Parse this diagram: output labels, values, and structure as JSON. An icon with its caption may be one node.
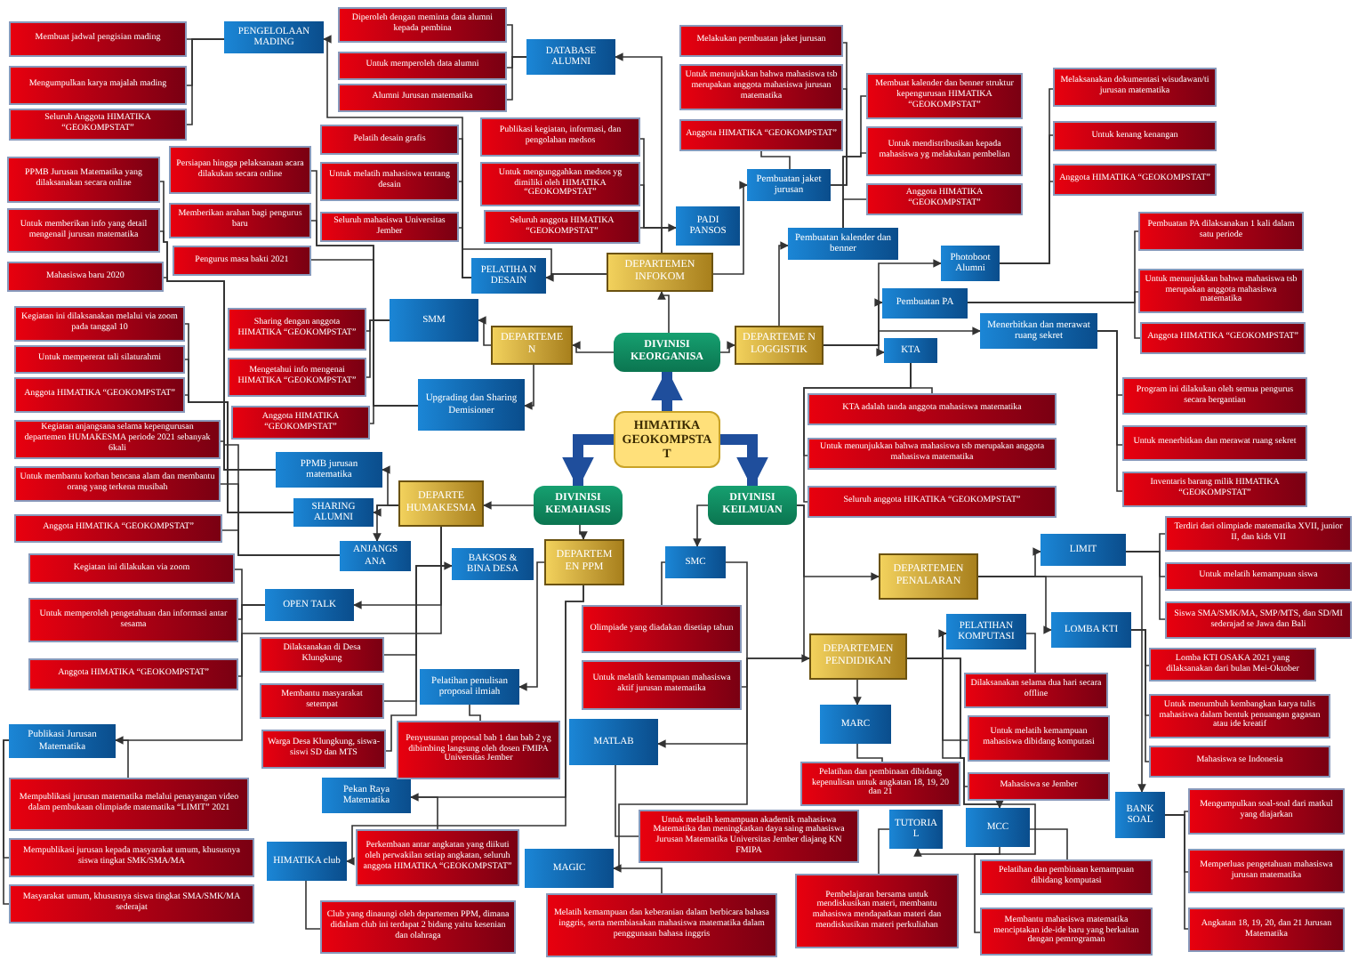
{
  "diagram": {
    "nodes": [
      {
        "text": [
          "HIMATIKA GEOKOMPSTA T"
        ]
      },
      {
        "text": [
          "DIVINISI KEORGANISA"
        ]
      },
      {
        "text": [
          "DIVINISI KEMAHASIS"
        ]
      },
      {
        "text": [
          "DIVINISI KEILMUAN"
        ]
      },
      {
        "text": [
          "DEPARTEMEN INFOKOM"
        ]
      },
      {
        "text": [
          "DEPARTEME N"
        ]
      },
      {
        "text": [
          "DEPARTEME N LOGGISTIK"
        ]
      },
      {
        "text": [
          "DEPARTE HUMAKESMA"
        ]
      },
      {
        "text": [
          "DEPARTEM EN PPM"
        ]
      },
      {
        "text": [
          "DEPARTEMEN PENDIDIKAN"
        ]
      },
      {
        "text": [
          "DEPARTEMEN PENALARAN"
        ]
      },
      {
        "text": [
          "PENGELOLAAN MADING"
        ]
      },
      {
        "text": [
          "DATABASE ALUMNI"
        ]
      },
      {
        "text": [
          "PELATIHA N DESAIN"
        ]
      },
      {
        "text": [
          "PADI PANSOS"
        ]
      },
      {
        "text": [
          "Pembuatan jaket jurusan"
        ]
      },
      {
        "text": [
          "SMM"
        ]
      },
      {
        "text": [
          "Upgrading dan Sharing Demisioner"
        ]
      },
      {
        "text": [
          "Pembuatan kalender dan benner"
        ]
      },
      {
        "text": [
          "Photoboot Alumni"
        ]
      },
      {
        "text": [
          "Pembuatan PA"
        ]
      },
      {
        "text": [
          "Menerbitkan dan merawat ruang sekret"
        ]
      },
      {
        "text": [
          "KTA"
        ]
      },
      {
        "text": [
          "PPMB jurusan matematika"
        ]
      },
      {
        "text": [
          "SHARING ALUMNI"
        ]
      },
      {
        "text": [
          "ANJANGS ANA"
        ]
      },
      {
        "text": [
          "BAKSOS & BINA DESA"
        ]
      },
      {
        "text": [
          "OPEN TALK"
        ]
      },
      {
        "text": [
          "Publikasi Jurusan Matematika"
        ]
      },
      {
        "text": [
          "Pelatihan penulisan proposal ilmiah"
        ]
      },
      {
        "text": [
          "Pekan Raya Matematika"
        ]
      },
      {
        "text": [
          "HIMATIKA club"
        ]
      },
      {
        "text": [
          "SMC"
        ]
      },
      {
        "text": [
          "MATLAB"
        ]
      },
      {
        "text": [
          "MAGIC"
        ]
      },
      {
        "text": [
          "MARC"
        ]
      },
      {
        "text": [
          "TUTORIA L"
        ]
      },
      {
        "text": [
          "PELATIHAN KOMPUTASI"
        ]
      },
      {
        "text": [
          "MCC"
        ]
      },
      {
        "text": [
          "LIMIT"
        ]
      },
      {
        "text": [
          "LOMBA KTI"
        ]
      },
      {
        "text": [
          "BANK SOAL"
        ]
      },
      {
        "text": [
          "Membuat jadwal pengisian mading"
        ]
      },
      {
        "text": [
          "Mengumpulkan karya majalah mading"
        ]
      },
      {
        "text": [
          "Seluruh Anggota HIMATIKA “GEOKOMPSTAT”"
        ]
      },
      {
        "text": [
          "Diperoleh dengan meminta data alumni kepada pembina"
        ]
      },
      {
        "text": [
          "Untuk memperoleh data alumni"
        ]
      },
      {
        "text": [
          "Alumni Jurusan matematika"
        ]
      },
      {
        "text": [
          "Pelatih desain grafis"
        ]
      },
      {
        "text": [
          "Untuk melatih mahasiswa tentang desain"
        ]
      },
      {
        "text": [
          "Seluruh mahasiswa Universitas Jember"
        ]
      },
      {
        "text": [
          "Publikasi kegiatan, informasi, dan pengolahan medsos"
        ]
      },
      {
        "text": [
          "Untuk mengunggahkan medsos yg dimiliki oleh HIMATIKA “GEOKOMPSTAT”"
        ]
      },
      {
        "text": [
          "Seluruh anggota HIMATIKA “GEOKOMPSTAT”"
        ]
      },
      {
        "text": [
          "Melakukan pembuatan jaket jurusan"
        ]
      },
      {
        "text": [
          "Untuk menunjukkan bahwa mahasiswa tsb merupakan anggota mahasiswa jurusan matematika"
        ]
      },
      {
        "text": [
          "Anggota HIMATIKA “GEOKOMPSTAT”"
        ]
      },
      {
        "text": [
          "Membuat kalender dan benner struktur kepengurusan HIMATIKA “GEOKOMPSTAT”"
        ]
      },
      {
        "text": [
          "Untuk mendistribusikan kepada mahasiswa yg melakukan pembelian"
        ]
      },
      {
        "text": [
          "Anggota HIMATIKA “GEOKOMPSTAT”"
        ]
      },
      {
        "text": [
          "Melaksanakan dokumentasi wisudawan/ti jurusan matematika"
        ]
      },
      {
        "text": [
          "Untuk kenang kenangan"
        ]
      },
      {
        "text": [
          "Anggota HIMATIKA “GEOKOMPSTAT”"
        ]
      },
      {
        "text": [
          "Pembuatan PA dilaksanakan 1 kali dalam satu periode"
        ]
      },
      {
        "text": [
          "Untuk menunjukkan bahwa mahasiswa tsb merupakan anggota mahasiswa matematika"
        ]
      },
      {
        "text": [
          "Anggota HIMATIKA “GEOKOMPSTAT”"
        ]
      },
      {
        "text": [
          "Program ini dilakukan oleh semua pengurus secara bergantian"
        ]
      },
      {
        "text": [
          "Untuk menerbitkan dan merawat ruang sekret"
        ]
      },
      {
        "text": [
          "Inventaris barang milik HIMATIKA “GEOKOMPSTAT”"
        ]
      },
      {
        "text": [
          "KTA adalah tanda anggota mahasiswa matematika"
        ]
      },
      {
        "text": [
          "Untuk menunjukkan bahwa mahasiswa tsb merupakan anggota mahasiswa matematika"
        ]
      },
      {
        "text": [
          "Seluruh anggota HIKATIKA “GEOKOMPSTAT”"
        ]
      },
      {
        "text": [
          "Sharing dengan anggota HIMATIKA “GEOKOMPSTAT”"
        ]
      },
      {
        "text": [
          "Mengetahui info mengenai HIMATIKA “GEOKOMPSTAT”"
        ]
      },
      {
        "text": [
          "Anggota HIMATIKA “GEOKOMPSTAT”"
        ]
      },
      {
        "text": [
          "Persiapan hingga pelaksanaan acara dilakukan secara online"
        ]
      },
      {
        "text": [
          "Memberikan arahan bagi pengurus baru"
        ]
      },
      {
        "text": [
          "Pengurus masa bakti 2021"
        ]
      },
      {
        "text": [
          "PPMB Jurusan Matematika yang dilaksanakan secara online"
        ]
      },
      {
        "text": [
          "Untuk memberikan info yang detail mengenail jurusan matematika"
        ]
      },
      {
        "text": [
          "Mahasiswa baru 2020"
        ]
      },
      {
        "text": [
          "Kegiatan ini dilaksanakan melalui via zoom pada tanggal 10"
        ]
      },
      {
        "text": [
          "Untuk mempererat tali silaturahmi"
        ]
      },
      {
        "text": [
          "Anggota HIMATIKA “GEOKOMPSTAT”"
        ]
      },
      {
        "text": [
          "Kegiatan anjangsana selama kepengurusan departemen HUMAKESMA periode 2021 sebanyak 6kali"
        ]
      },
      {
        "text": [
          "Untuk membantu korban bencana alam dan membantu orang yang terkena musibah"
        ]
      },
      {
        "text": [
          "Anggota HIMATIKA “GEOKOMPSTAT”"
        ]
      },
      {
        "text": [
          "Kegiatan ini dilakukan via zoom"
        ]
      },
      {
        "text": [
          "Untuk memperoleh pengetahuan dan informasi antar sesama"
        ]
      },
      {
        "text": [
          "Anggota HIMATIKA “GEOKOMPSTAT”"
        ]
      },
      {
        "text": [
          "Dilaksanakan di Desa Klungkung"
        ]
      },
      {
        "text": [
          "Membantu masyarakat setempat"
        ]
      },
      {
        "text": [
          "Warga Desa Klungkung, siswa-siswi SD dan MTS"
        ]
      },
      {
        "text": [
          "Mempublikasi jurusan matematika melalui penayangan video dalam pembukaan olimpiade matematika “LIMIT” 2021"
        ]
      },
      {
        "text": [
          "Mempublikasi jurusan kepada masyarakat umum, khususnya siswa tingkat SMK/SMA/MA"
        ]
      },
      {
        "text": [
          "Masyarakat umum, khususnya siswa tingkat SMA/SMK/MA sederajat"
        ]
      },
      {
        "text": [
          "Penyusunan proposal bab 1 dan bab 2 yg dibimbing langsung oleh dosen FMIPA Universitas Jember"
        ]
      },
      {
        "text": [
          "Perkembaan antar angkatan yang diikuti oleh perwakilan setiap angkatan, seluruh anggota HIMATIKA “GEOKOMPSTAT”"
        ]
      },
      {
        "text": [
          "Club yang dinaungi oleh departemen PPM, dimana didalam club ini terdapat 2 bidang yaitu kesenian dan olahraga"
        ]
      },
      {
        "text": [
          "Olimpiade yang diadakan disetiap tahun"
        ]
      },
      {
        "text": [
          "Untuk melatih kemampuan mahasiswa aktif jurusan matematika"
        ]
      },
      {
        "text": [
          "Untuk melatih kemampuan akademik mahasiswa Matematika dan meningkatkan daya saing mahasiswa Jurusan Matematika Universitas Jember diajang KN FMIPA"
        ]
      },
      {
        "text": [
          "Melatih kemampuan dan keberanian dalam berbicara bahasa inggris, serta membiasakan mahasiswa matematika dalam penggunaan bahasa inggris"
        ]
      },
      {
        "text": [
          "Pelatihan dan pembinaan dibidang kepenulisan untuk angkatan 18, 19, 20 dan 21"
        ]
      },
      {
        "text": [
          "Pembelajaran bersama untuk mendiskusikan materi, membantu mahasiswa mendapatkan materi dan mendiskusikan materi perkuliahan"
        ]
      },
      {
        "text": [
          "Dilaksanakan selama dua hari secara offline"
        ]
      },
      {
        "text": [
          "Untuk melatih kemampuan mahasiswa dibidang komputasi"
        ]
      },
      {
        "text": [
          "Mahasiswa se Jember"
        ]
      },
      {
        "text": [
          "Pelatihan dan pembinaan kemampuan dibidang komputasi"
        ]
      },
      {
        "text": [
          "Membantu mahasiswa matematika menciptakan ide-ide baru yang berkaitan dengan pemrograman"
        ]
      },
      {
        "text": [
          "Terdiri dari olimpiade matematika XVII, junior II, dan kids VII"
        ]
      },
      {
        "text": [
          "Untuk melatih kemampuan siswa"
        ]
      },
      {
        "text": [
          "Siswa SMA/SMK/MA, SMP/MTS, dan SD/MI sederajad se Jawa dan Bali"
        ]
      },
      {
        "text": [
          "Lomba KTI OSAKA 2021 yang dilaksanakan dari bulan Mei-Oktober"
        ]
      },
      {
        "text": [
          "Untuk menumbuh kembangkan karya tulis mahasiswa dalam bentuk penuangan gagasan atau ide kreatif"
        ]
      },
      {
        "text": [
          "Mahasiswa se Indonesia"
        ]
      },
      {
        "text": [
          "Mengumpulkan soal-soal dari matkul yang diajarkan"
        ]
      },
      {
        "text": [
          "Memperluas pengetahuan mahasiswa jurusan matematika"
        ]
      },
      {
        "text": [
          "Angkatan 18, 19, 20, dan 21 Jurusan Matematika"
        ]
      }
    ],
    "edges": [
      {
        "from": 0,
        "to": 1,
        "arrow": "to",
        "style": "thick",
        "color": "#1f4e9c"
      },
      {
        "from": 0,
        "to": 2,
        "arrow": "to",
        "style": "thick",
        "color": "#1f4e9c"
      },
      {
        "from": 0,
        "to": 3,
        "arrow": "to",
        "style": "thick",
        "color": "#1f4e9c"
      },
      {
        "from": 1,
        "to": 4,
        "arrow": "to"
      },
      {
        "from": 1,
        "to": 5,
        "arrow": "to"
      },
      {
        "from": 1,
        "to": 6,
        "arrow": "to"
      },
      {
        "from": 2,
        "to": 7,
        "arrow": "to"
      },
      {
        "from": 2,
        "to": 8,
        "arrow": "to"
      },
      {
        "from": 3,
        "to": 9,
        "arrow": "to"
      },
      {
        "from": 3,
        "to": 10,
        "arrow": "to"
      },
      {
        "from": 4,
        "to": 11,
        "arrow": "to"
      },
      {
        "from": 4,
        "to": 12,
        "arrow": "to"
      },
      {
        "from": 4,
        "to": 13,
        "arrow": "to"
      },
      {
        "from": 4,
        "to": 14,
        "arrow": "to"
      },
      {
        "from": 4,
        "to": 15,
        "arrow": "to"
      },
      {
        "from": 5,
        "to": 16,
        "arrow": "to"
      },
      {
        "from": 5,
        "to": 17,
        "arrow": "to"
      },
      {
        "from": 6,
        "to": 18,
        "arrow": "to"
      },
      {
        "from": 6,
        "to": 19,
        "arrow": "to"
      },
      {
        "from": 6,
        "to": 20,
        "arrow": "to"
      },
      {
        "from": 6,
        "to": 21,
        "arrow": "to"
      },
      {
        "from": 6,
        "to": 22,
        "arrow": "to"
      },
      {
        "from": 7,
        "to": 23,
        "arrow": "to"
      },
      {
        "from": 7,
        "to": 24,
        "arrow": "to"
      },
      {
        "from": 7,
        "to": 25,
        "arrow": "to"
      },
      {
        "from": 7,
        "to": 26,
        "arrow": "to"
      },
      {
        "from": 7,
        "to": 27,
        "arrow": "to"
      },
      {
        "from": 7,
        "to": 28,
        "arrow": "to"
      },
      {
        "from": 8,
        "to": 29,
        "arrow": "to"
      },
      {
        "from": 8,
        "to": 30,
        "arrow": "to"
      },
      {
        "from": 8,
        "to": 31,
        "arrow": "to"
      },
      {
        "from": 3,
        "to": 32,
        "arrow": "to"
      },
      {
        "from": 9,
        "to": 33,
        "arrow": "to"
      },
      {
        "from": 9,
        "to": 34,
        "arrow": "to"
      },
      {
        "from": 9,
        "to": 35,
        "arrow": "to"
      },
      {
        "from": 9,
        "to": 36,
        "arrow": "to"
      },
      {
        "from": 9,
        "to": 37,
        "arrow": "to"
      },
      {
        "from": 9,
        "to": 38,
        "arrow": "to"
      },
      {
        "from": 10,
        "to": 39,
        "arrow": "to"
      },
      {
        "from": 10,
        "to": 40,
        "arrow": "to"
      },
      {
        "from": 10,
        "to": 41,
        "arrow": "to"
      },
      {
        "from": 11,
        "to": 42,
        "arrow": "none"
      },
      {
        "from": 11,
        "to": 43,
        "arrow": "none"
      },
      {
        "from": 11,
        "to": 44,
        "arrow": "none"
      },
      {
        "from": 12,
        "to": 45,
        "arrow": "none"
      },
      {
        "from": 12,
        "to": 46,
        "arrow": "none"
      },
      {
        "from": 12,
        "to": 47,
        "arrow": "none"
      },
      {
        "from": 13,
        "to": 48,
        "arrow": "none"
      },
      {
        "from": 13,
        "to": 49,
        "arrow": "none"
      },
      {
        "from": 13,
        "to": 50,
        "arrow": "none"
      },
      {
        "from": 14,
        "to": 51,
        "arrow": "none"
      },
      {
        "from": 14,
        "to": 52,
        "arrow": "none"
      },
      {
        "from": 14,
        "to": 53,
        "arrow": "none"
      },
      {
        "from": 15,
        "to": 54,
        "arrow": "none"
      },
      {
        "from": 15,
        "to": 55,
        "arrow": "none"
      },
      {
        "from": 15,
        "to": 56,
        "arrow": "none"
      },
      {
        "from": 18,
        "to": 57,
        "arrow": "none"
      },
      {
        "from": 18,
        "to": 58,
        "arrow": "none"
      },
      {
        "from": 18,
        "to": 59,
        "arrow": "none"
      },
      {
        "from": 19,
        "to": 60,
        "arrow": "none"
      },
      {
        "from": 19,
        "to": 61,
        "arrow": "none"
      },
      {
        "from": 19,
        "to": 62,
        "arrow": "none"
      },
      {
        "from": 20,
        "to": 63,
        "arrow": "none"
      },
      {
        "from": 20,
        "to": 64,
        "arrow": "none"
      },
      {
        "from": 20,
        "to": 65,
        "arrow": "none"
      },
      {
        "from": 21,
        "to": 66,
        "arrow": "none"
      },
      {
        "from": 21,
        "to": 67,
        "arrow": "none"
      },
      {
        "from": 21,
        "to": 68,
        "arrow": "none"
      },
      {
        "from": 22,
        "to": 69,
        "arrow": "none"
      },
      {
        "from": 22,
        "to": 70,
        "arrow": "none"
      },
      {
        "from": 22,
        "to": 71,
        "arrow": "none"
      },
      {
        "from": 16,
        "to": 72,
        "arrow": "none"
      },
      {
        "from": 16,
        "to": 73,
        "arrow": "none"
      },
      {
        "from": 16,
        "to": 74,
        "arrow": "none"
      },
      {
        "from": 17,
        "to": 75,
        "arrow": "none"
      },
      {
        "from": 17,
        "to": 76,
        "arrow": "none"
      },
      {
        "from": 17,
        "to": 77,
        "arrow": "none"
      },
      {
        "from": 23,
        "to": 78,
        "arrow": "none"
      },
      {
        "from": 23,
        "to": 79,
        "arrow": "none"
      },
      {
        "from": 23,
        "to": 80,
        "arrow": "none"
      },
      {
        "from": 24,
        "to": 81,
        "arrow": "none"
      },
      {
        "from": 24,
        "to": 82,
        "arrow": "none"
      },
      {
        "from": 24,
        "to": 83,
        "arrow": "none"
      },
      {
        "from": 25,
        "to": 84,
        "arrow": "none"
      },
      {
        "from": 25,
        "to": 85,
        "arrow": "none"
      },
      {
        "from": 25,
        "to": 86,
        "arrow": "none"
      },
      {
        "from": 27,
        "to": 87,
        "arrow": "none"
      },
      {
        "from": 27,
        "to": 88,
        "arrow": "none"
      },
      {
        "from": 27,
        "to": 89,
        "arrow": "none"
      },
      {
        "from": 26,
        "to": 90,
        "arrow": "none"
      },
      {
        "from": 26,
        "to": 91,
        "arrow": "none"
      },
      {
        "from": 26,
        "to": 92,
        "arrow": "none"
      },
      {
        "from": 28,
        "to": 93,
        "arrow": "none"
      },
      {
        "from": 28,
        "to": 94,
        "arrow": "none"
      },
      {
        "from": 28,
        "to": 95,
        "arrow": "none"
      },
      {
        "from": 29,
        "to": 96,
        "arrow": "none"
      },
      {
        "from": 30,
        "to": 97,
        "arrow": "none"
      },
      {
        "from": 31,
        "to": 98,
        "arrow": "none"
      },
      {
        "from": 32,
        "to": 99,
        "arrow": "none"
      },
      {
        "from": 32,
        "to": 100,
        "arrow": "none"
      },
      {
        "from": 33,
        "to": 101,
        "arrow": "none"
      },
      {
        "from": 34,
        "to": 102,
        "arrow": "none"
      },
      {
        "from": 35,
        "to": 103,
        "arrow": "none"
      },
      {
        "from": 36,
        "to": 104,
        "arrow": "none"
      },
      {
        "from": 37,
        "to": 105,
        "arrow": "none"
      },
      {
        "from": 37,
        "to": 106,
        "arrow": "none"
      },
      {
        "from": 37,
        "to": 107,
        "arrow": "none"
      },
      {
        "from": 38,
        "to": 108,
        "arrow": "none"
      },
      {
        "from": 38,
        "to": 109,
        "arrow": "none"
      },
      {
        "from": 39,
        "to": 110,
        "arrow": "none"
      },
      {
        "from": 39,
        "to": 111,
        "arrow": "none"
      },
      {
        "from": 39,
        "to": 112,
        "arrow": "none"
      },
      {
        "from": 40,
        "to": 113,
        "arrow": "none"
      },
      {
        "from": 40,
        "to": 114,
        "arrow": "none"
      },
      {
        "from": 40,
        "to": 115,
        "arrow": "none"
      },
      {
        "from": 41,
        "to": 116,
        "arrow": "none"
      },
      {
        "from": 41,
        "to": 117,
        "arrow": "none"
      },
      {
        "from": 41,
        "to": 118,
        "arrow": "none"
      }
    ]
  }
}
